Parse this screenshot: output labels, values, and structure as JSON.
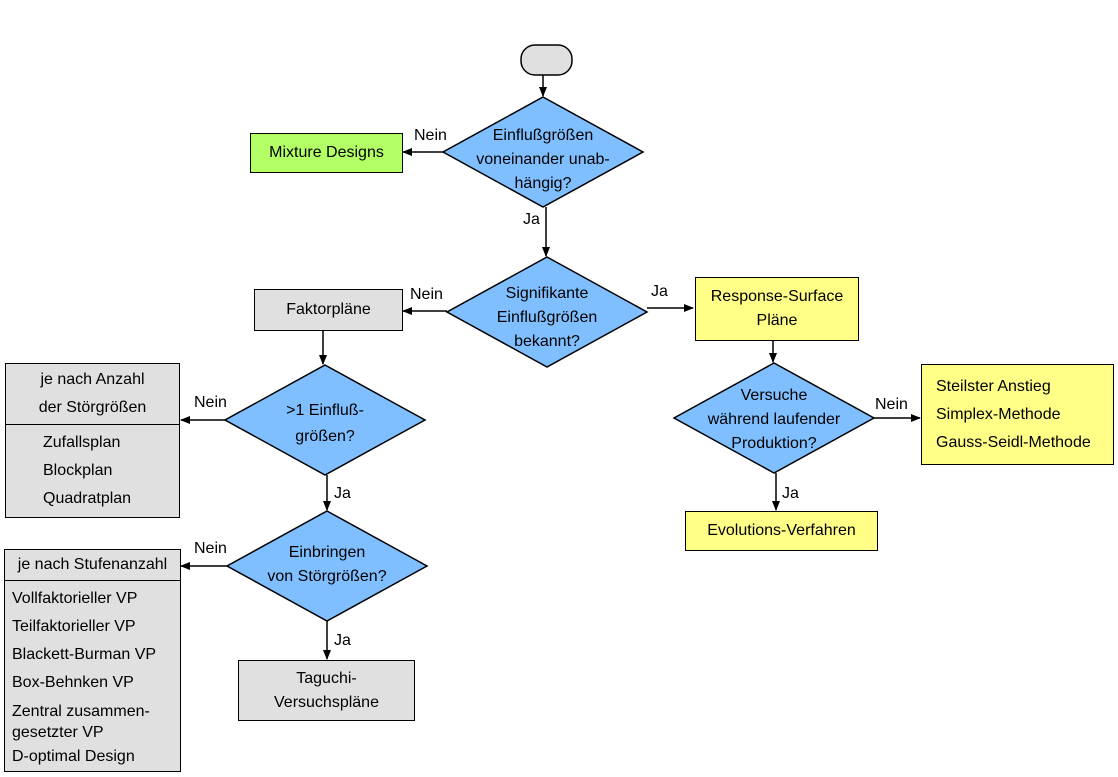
{
  "decisions": {
    "d1": [
      "Einflußgrößen",
      "voneinander unab-",
      "hängig?"
    ],
    "d2": [
      "Signifikante",
      "Einflußgrößen",
      "bekannt?"
    ],
    "d3": [
      ">1 Einfluß-",
      "größen?"
    ],
    "d4": [
      "Einbringen",
      "von Störgrößen?"
    ],
    "d5": [
      "Versuche",
      "während laufender",
      "Produktion?"
    ]
  },
  "boxes": {
    "mixture": "Mixture Designs",
    "faktorplaene": "Faktorpläne",
    "rsm": [
      "Response-Surface",
      "Pläne"
    ],
    "taguchi": [
      "Taguchi-",
      "Versuchspläne"
    ],
    "evolution": "Evolutions-Verfahren",
    "optimization": [
      "Steilster Anstieg",
      "Simplex-Methode",
      "Gauss-Seidl-Methode"
    ]
  },
  "blocking": {
    "header": [
      "je nach Anzahl",
      "der Störgrößen"
    ],
    "items": [
      "Zufallsplan",
      "Blockplan",
      "Quadratplan"
    ]
  },
  "factorial": {
    "header": "je nach Stufenanzahl",
    "items": [
      "Vollfaktorieller VP",
      "Teilfaktorieller VP",
      "Blackett-Burman VP",
      "Box-Behnken VP",
      "Zentral zusammen-",
      "gesetzter VP",
      "D-optimal Design"
    ]
  },
  "labels": {
    "nein": "Nein",
    "ja": "Ja"
  },
  "colors": {
    "decision_fill": "#80bfff",
    "terminal_fill": "#e0e0e0",
    "mixture_fill": "#b3ff66",
    "gray_fill": "#e0e0e0",
    "yellow_fill": "#ffff88",
    "line": "#000000"
  }
}
